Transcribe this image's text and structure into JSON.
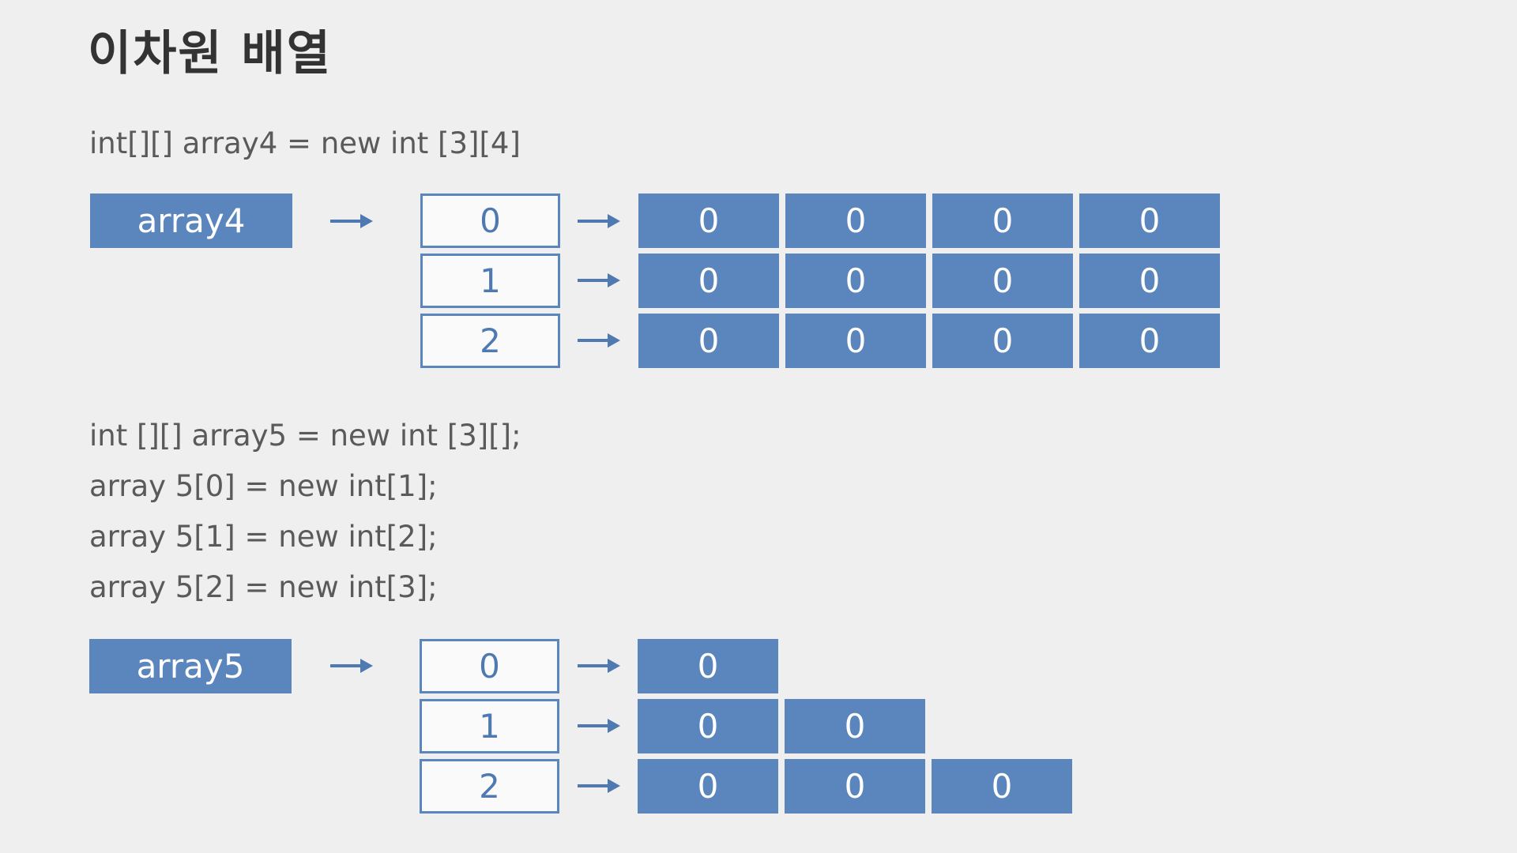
{
  "title": "이차원 배열",
  "example1": {
    "code": "int[][] array4 = new int [3][4]",
    "var_label": "array4",
    "rows": [
      {
        "index": "0",
        "cells": [
          "0",
          "0",
          "0",
          "0"
        ]
      },
      {
        "index": "1",
        "cells": [
          "0",
          "0",
          "0",
          "0"
        ]
      },
      {
        "index": "2",
        "cells": [
          "0",
          "0",
          "0",
          "0"
        ]
      }
    ]
  },
  "example2": {
    "code_lines": [
      "int [][] array5 = new int [3][];",
      "array 5[0] = new int[1];",
      "array 5[1] = new int[2];",
      "array 5[2] = new int[3];"
    ],
    "var_label": "array5",
    "rows": [
      {
        "index": "0",
        "cells": [
          "0"
        ]
      },
      {
        "index": "1",
        "cells": [
          "0",
          "0"
        ]
      },
      {
        "index": "2",
        "cells": [
          "0",
          "0",
          "0"
        ]
      }
    ]
  },
  "colors": {
    "cell_fill": "#5a86bd",
    "index_border": "#5a86bd",
    "arrow": "#4f79b1"
  },
  "icons": {
    "pointer": "right-arrow-icon"
  }
}
